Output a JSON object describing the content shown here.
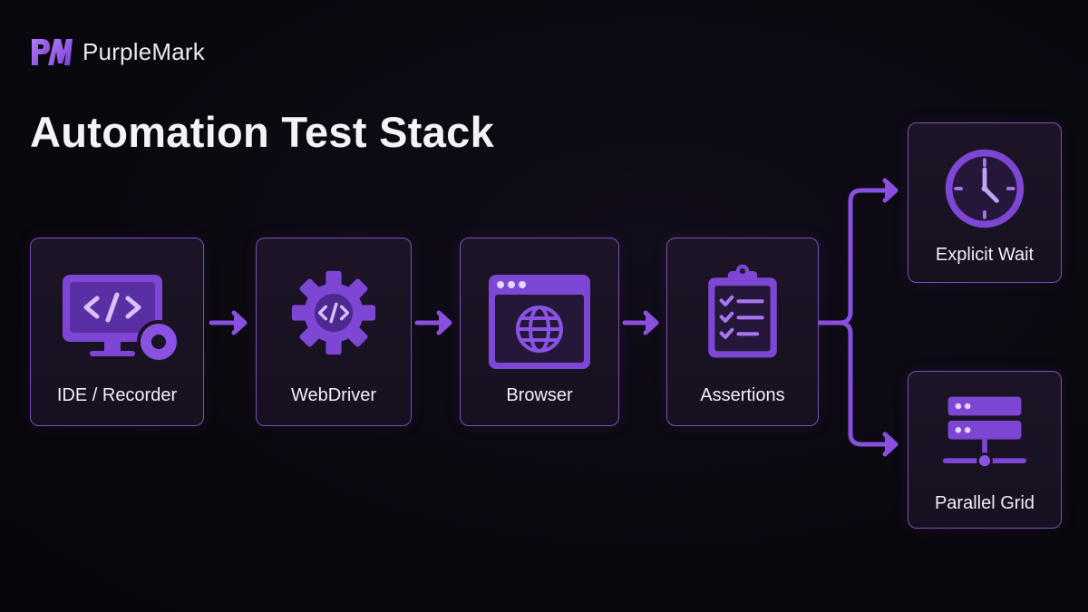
{
  "brand": {
    "name": "PurpleMark",
    "logo": "pm-monogram-icon"
  },
  "title": "Automation Test Stack",
  "nodes": [
    {
      "id": "ide",
      "label": "IDE / Recorder",
      "icon": "monitor-code-icon"
    },
    {
      "id": "webdriver",
      "label": "WebDriver",
      "icon": "gear-code-icon"
    },
    {
      "id": "browser",
      "label": "Browser",
      "icon": "browser-globe-icon"
    },
    {
      "id": "assertions",
      "label": "Assertions",
      "icon": "clipboard-checklist-icon"
    },
    {
      "id": "wait",
      "label": "Explicit Wait",
      "icon": "clock-icon"
    },
    {
      "id": "grid",
      "label": "Parallel Grid",
      "icon": "server-stack-icon"
    }
  ],
  "edges": [
    {
      "from": "ide",
      "to": "webdriver"
    },
    {
      "from": "webdriver",
      "to": "browser"
    },
    {
      "from": "browser",
      "to": "assertions"
    },
    {
      "from": "assertions",
      "to": "wait"
    },
    {
      "from": "assertions",
      "to": "grid"
    }
  ],
  "colors": {
    "accent": "#8a4fe0",
    "accent_light": "#a877f0",
    "node_border": "#7b4fb6",
    "background": "#0a080f"
  }
}
